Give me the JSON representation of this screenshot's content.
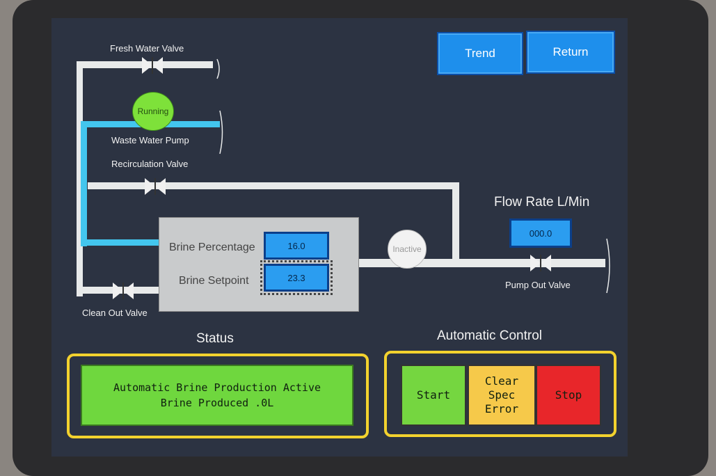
{
  "header": {
    "trend_label": "Trend",
    "return_label": "Return"
  },
  "valves": {
    "fresh_water": "Fresh Water Valve",
    "recirculation": "Recirculation Valve",
    "clean_out": "Clean Out Valve",
    "pump_out": "Pump Out Valve"
  },
  "pumps": {
    "waste_water_label": "Waste Water Pump",
    "waste_water_state": "Running",
    "outlet_state": "Inactive"
  },
  "brine": {
    "percentage_label": "Brine Percentage",
    "percentage_value": "16.0",
    "setpoint_label": "Brine Setpoint",
    "setpoint_value": "23.3"
  },
  "flow": {
    "title": "Flow Rate L/Min",
    "value": "000.0"
  },
  "status": {
    "title": "Status",
    "line1": "Automatic Brine Production Active",
    "line2": "Brine Produced .0L"
  },
  "control": {
    "title": "Automatic Control",
    "start_label": "Start",
    "clear_line1": "Clear",
    "clear_line2": "Spec",
    "clear_line3": "Error",
    "stop_label": "Stop"
  },
  "colors": {
    "accent_blue": "#1e8fec",
    "running_green": "#7ee13a",
    "frame_yellow": "#f3d22e",
    "stop_red": "#e8262a"
  }
}
